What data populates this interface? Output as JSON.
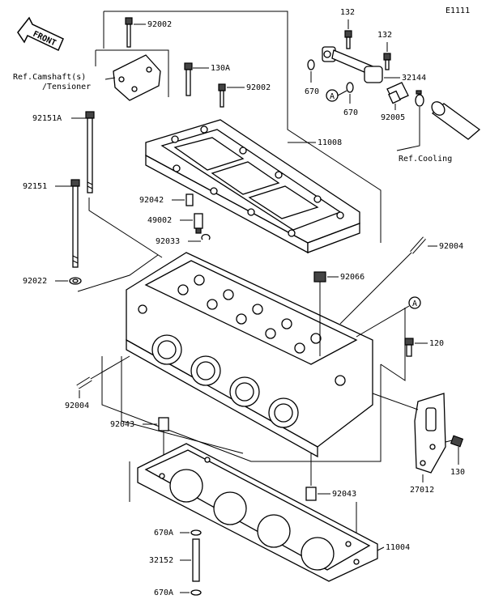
{
  "diagram": {
    "code": "E1111",
    "front": "FRONT",
    "refs": {
      "camshaft_1": "Ref.Camshaft(s)",
      "camshaft_2": "/Tensioner",
      "cooling": "Ref.Cooling"
    },
    "callout": "A",
    "parts": {
      "p92002a": "92002",
      "p130a": "130A",
      "p92002b": "92002",
      "p92151a": "92151A",
      "p92151": "92151",
      "p92022": "92022",
      "p92042": "92042",
      "p49002": "49002",
      "p92033": "92033",
      "p11008": "11008",
      "p132a": "132",
      "p132b": "132",
      "p670a": "670",
      "p670b": "670",
      "p32144": "32144",
      "p92005": "92005",
      "p92004a": "92004",
      "p92066": "92066",
      "p120": "120",
      "p92004b": "92004",
      "p92043a": "92043",
      "p92043b": "92043",
      "p27012": "27012",
      "p130": "130",
      "p670A1": "670A",
      "p32152": "32152",
      "p670A2": "670A",
      "p11004": "11004"
    }
  }
}
